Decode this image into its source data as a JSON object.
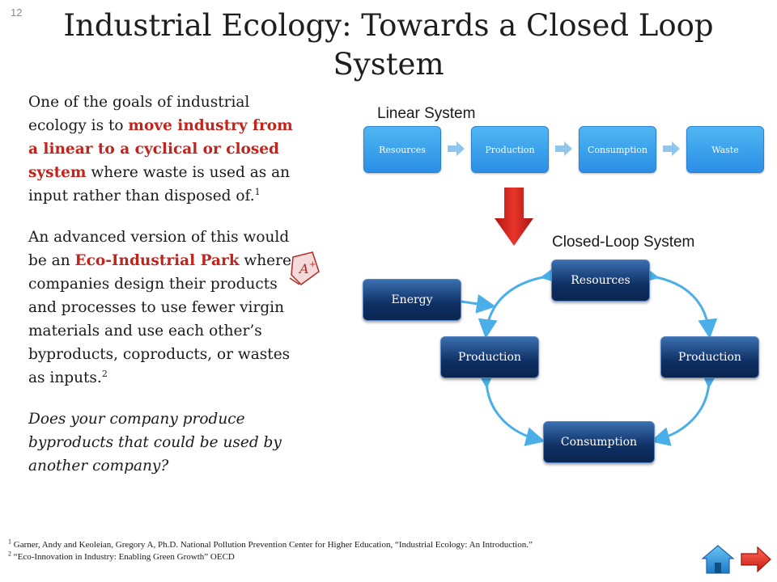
{
  "slide": {
    "number": "12",
    "title": "Industrial Ecology: Towards a Closed Loop System"
  },
  "body": {
    "p1_pre": "One of the goals of industrial ecology is to ",
    "p1_red": "move industry from a linear to a cyclical or closed system",
    "p1_post": " where waste is used as an input rather than disposed of.",
    "p1_ref": "1",
    "p2_pre": "An advanced version of this would be an ",
    "p2_red": "Eco-Industrial Park",
    "p2_post": " where companies design their products and processes to use fewer virgin materials and use each other’s byproducts, coproducts, or wastes as inputs.",
    "p2_ref": "2",
    "p3": "Does your company produce byproducts that could be used by another company?"
  },
  "linear": {
    "label": "Linear System",
    "boxes": [
      "Resources",
      "Production",
      "Consumption",
      "Waste"
    ]
  },
  "closed": {
    "label": "Closed-Loop System",
    "energy": "Energy",
    "resources": "Resources",
    "production_left": "Production",
    "production_right": "Production",
    "consumption": "Consumption"
  },
  "footnotes": {
    "ref1_num": "1",
    "ref1": "Garner, Andy and Keoleian, Gregory A, Ph.D. National Pollution Prevention Center for Higher Education, “Industrial Ecology: An Introduction.”",
    "ref2_num": "2",
    "ref2": "“Eco-Innovation in Industry: Enabling Green Growth” OECD"
  },
  "colors": {
    "accent_red": "#c0241c",
    "linear_blue": "#2b8ee6",
    "closed_navy": "#0e2f63",
    "cycle_arrow": "#4aaee8"
  },
  "icons": {
    "home": "home-icon",
    "next": "next-arrow-icon",
    "stamp": "a-plus-stamp-icon",
    "down": "down-arrow-icon"
  }
}
